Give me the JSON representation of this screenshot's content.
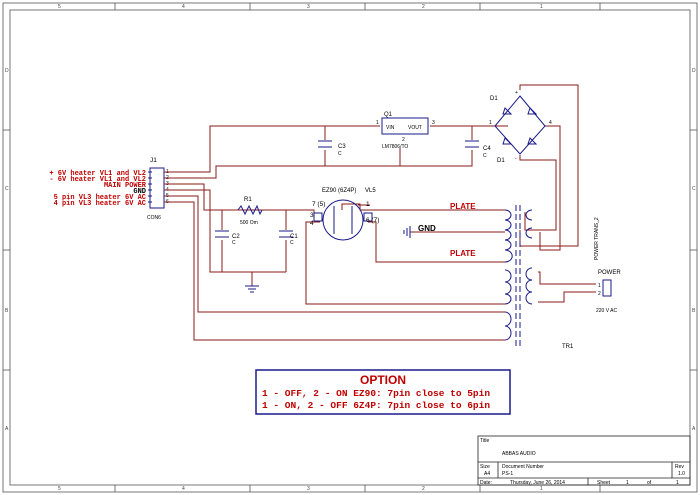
{
  "border": {
    "top_numbers": [
      "5",
      "4",
      "3",
      "2",
      "1"
    ],
    "left_letters": [
      "D",
      "C",
      "B",
      "A"
    ]
  },
  "connector": {
    "ref": "J1",
    "name": "CON6",
    "pins": [
      "1",
      "2",
      "3",
      "4",
      "5",
      "6"
    ],
    "labels": [
      "+ 6V heater VL1 and VL2",
      "- 6V heater VL1 and VL2",
      "MAIN POWER",
      "GND",
      "5 pin VL3 heater 6V AC",
      "4 pin VL3 heater 6V AC"
    ]
  },
  "regulator": {
    "ref": "Q1",
    "part": "LM7806/TO",
    "vin": "VIN",
    "vout": "VOUT",
    "pin1": "1",
    "pin2": "2",
    "pin3": "3"
  },
  "caps": {
    "c3": "C3",
    "c4": "C4",
    "c1": "C1",
    "c2": "C2",
    "c_val": "C"
  },
  "resistor": {
    "ref": "R1",
    "value": "500 Om"
  },
  "tube": {
    "part": "EZ90 (6Z4P)",
    "ref": "VL5",
    "p75": "7 (5)",
    "p1": "1",
    "p3": "3",
    "p4": "4",
    "p67": "6 (7)"
  },
  "bridge": {
    "ref": "D1",
    "ref2": "D1",
    "p1": "1",
    "p4": "4",
    "pp": "+",
    "pm": "-"
  },
  "transformer": {
    "plate1": "PLATE",
    "gnd": "GND",
    "plate2": "PLATE",
    "ref": "TR1",
    "name": "POWER TRANS_2"
  },
  "power": {
    "label": "POWER",
    "p1": "1",
    "p2": "2",
    "voltage": "220 V AC"
  },
  "option": {
    "title": "OPTION",
    "line1": "1 - OFF,  2 - ON  EZ90: 7pin close to 5pin",
    "line2": "1 - ON,   2 - OFF 6Z4P: 7pin close to 6pin"
  },
  "title_block": {
    "title_label": "Title",
    "title": "ABBAS AUDIO",
    "size_label": "Size",
    "size": "A4",
    "docnum_label": "Document Number",
    "docnum": "PS-1",
    "rev_label": "Rev",
    "rev": "1.0",
    "date_label": "Date:",
    "date": "Thursday, June 26, 2014",
    "sheet_label": "Sheet",
    "sheet": "1",
    "of_label": "of",
    "of": "1"
  }
}
